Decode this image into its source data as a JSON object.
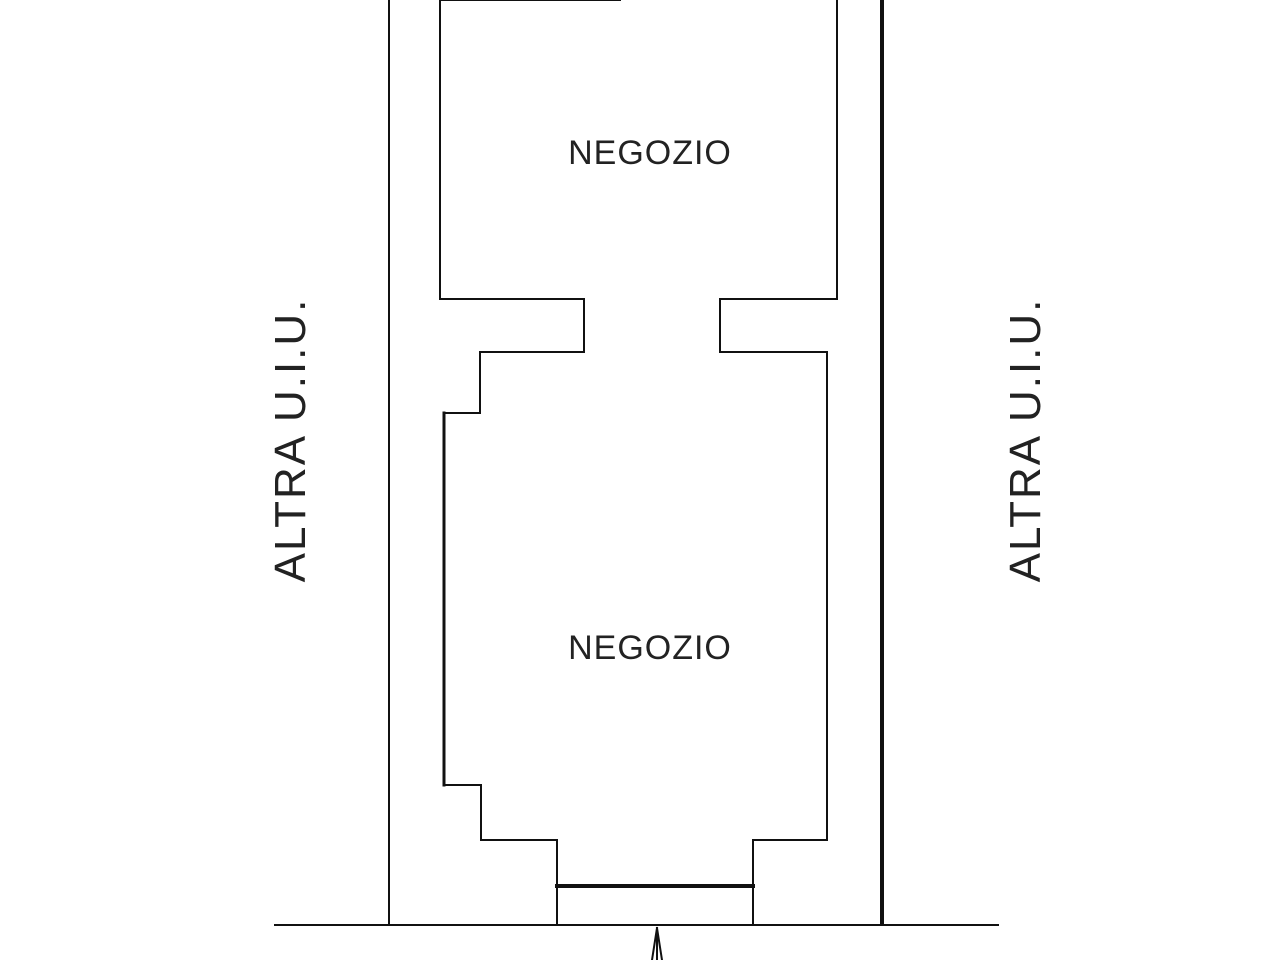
{
  "plan": {
    "rooms": [
      {
        "label": "NEGOZIO"
      },
      {
        "label": "NEGOZIO"
      }
    ],
    "neighbors": {
      "left": "ALTRA U.I.U.",
      "right": "ALTRA U.I.U."
    }
  }
}
